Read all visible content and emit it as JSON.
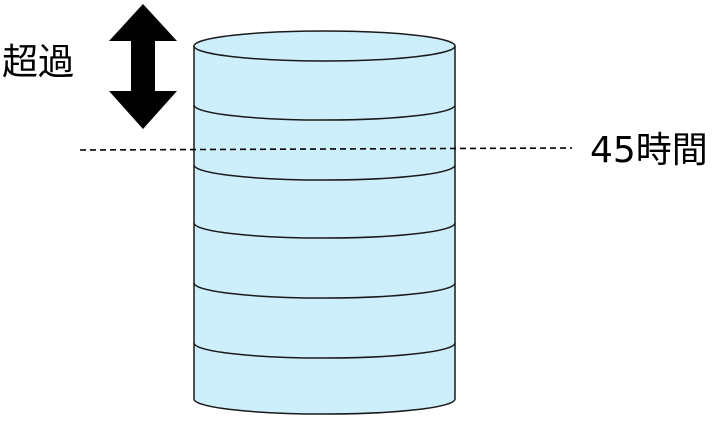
{
  "labels": {
    "excess": "超過",
    "threshold": "45時間"
  },
  "cylinder": {
    "band_count": 6
  },
  "colors": {
    "fill": "#cdeefb",
    "stroke": "#1a1a1a",
    "arrow": "#000000",
    "dash_line": "#000000"
  },
  "icons": {
    "arrow": "double-vertical-arrow-icon"
  }
}
